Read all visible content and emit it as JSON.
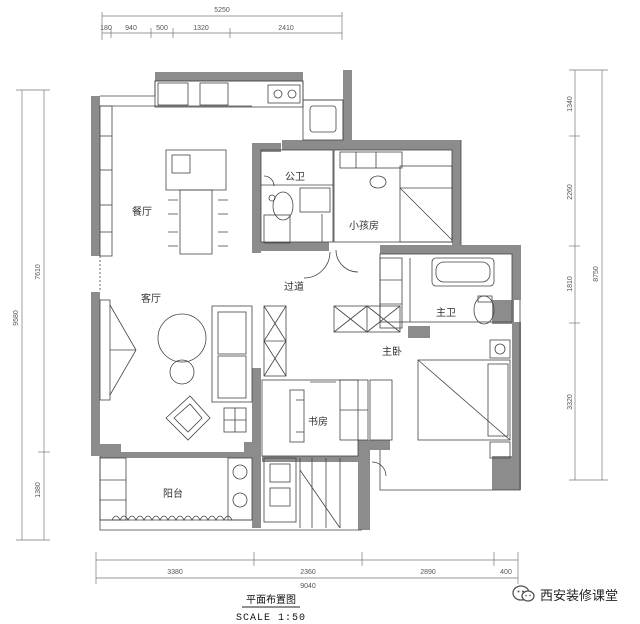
{
  "plan": {
    "title": "平面布置图",
    "scale": "SCALE 1:50",
    "rooms": {
      "dining": "餐厅",
      "living": "客厅",
      "balcony": "阳台",
      "public_bath": "公卫",
      "kids_room": "小孩房",
      "corridor": "过道",
      "master_bath": "主卫",
      "master_bedroom": "主卧",
      "study": "书房"
    },
    "dims_top": {
      "total": "5250",
      "segments": [
        "180",
        "940",
        "500",
        "1320",
        "2410"
      ]
    },
    "dims_bottom": {
      "total": "9040",
      "segments": [
        "3380",
        "2360",
        "2890",
        "400"
      ]
    },
    "dims_left": {
      "total": "9580",
      "segments": [
        "7610",
        "1380"
      ]
    },
    "dims_right": {
      "total": "8750",
      "segments": [
        "1340",
        "2260",
        "1810",
        "3320"
      ]
    }
  },
  "watermark": {
    "text": "西安装修课堂",
    "icon": "wechat-icon"
  }
}
